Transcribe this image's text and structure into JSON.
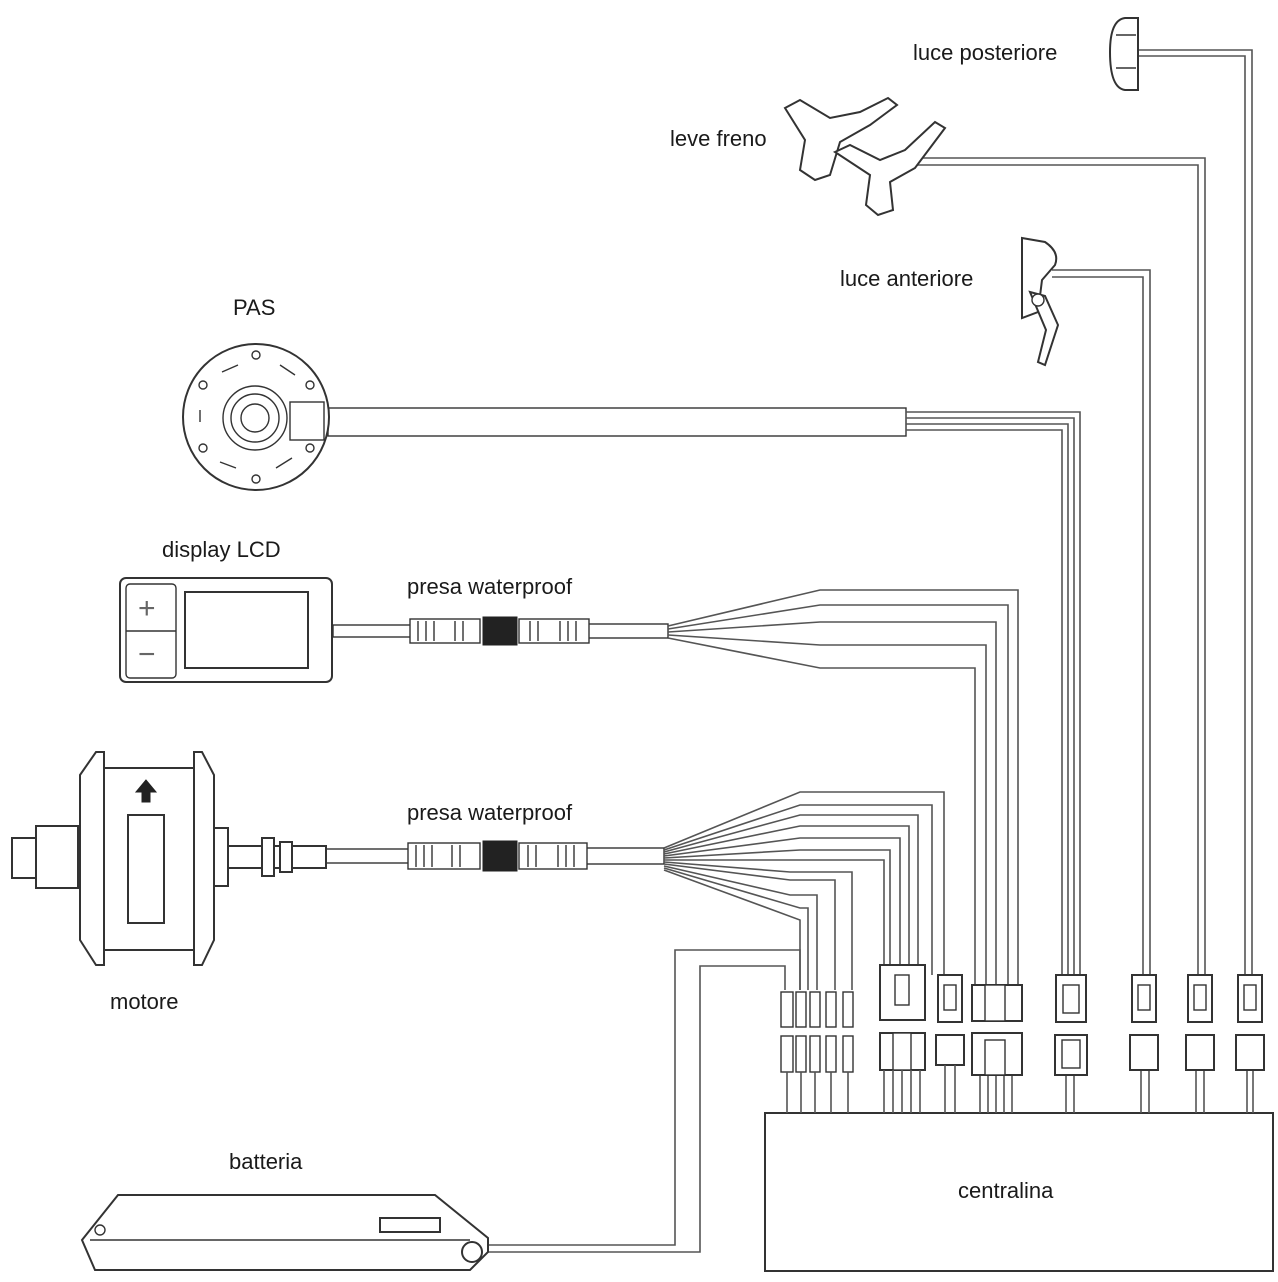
{
  "labels": {
    "luce_posteriore": "luce posteriore",
    "leve_freno": "leve freno",
    "luce_anteriore": "luce anteriore",
    "pas": "PAS",
    "display_lcd": "display LCD",
    "presa_waterproof_1": "presa waterproof",
    "presa_waterproof_2": "presa waterproof",
    "motore": "motore",
    "batteria": "batteria",
    "centralina": "centralina"
  },
  "display": {
    "plus_symbol": "+",
    "minus_symbol": "−"
  },
  "icons": [
    "rear-light-icon",
    "brake-lever-icon",
    "front-light-icon",
    "pas-sensor-icon",
    "lcd-display-icon",
    "waterproof-plug-icon",
    "hub-motor-icon",
    "battery-icon",
    "controller-box-icon",
    "connector-icon"
  ],
  "colors": {
    "line": "#333333",
    "background": "#ffffff"
  }
}
